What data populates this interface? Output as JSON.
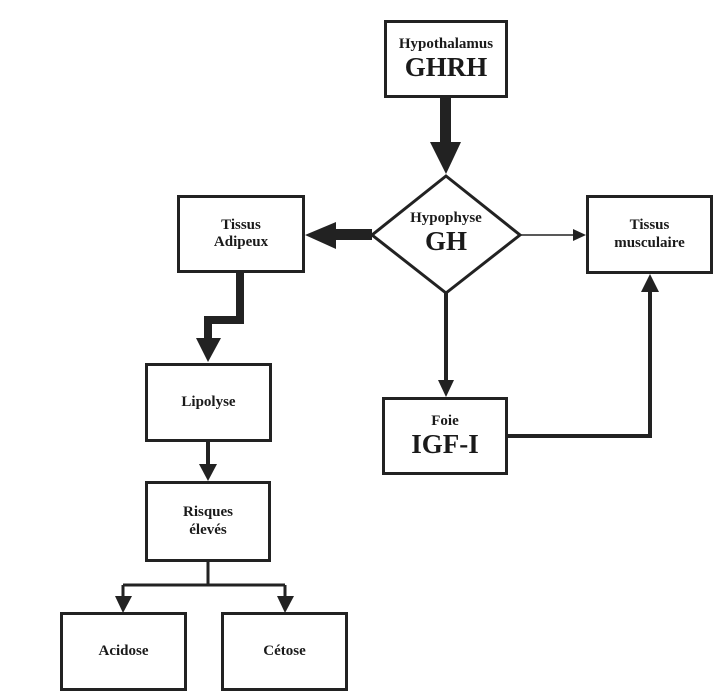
{
  "diagram": {
    "nodes": {
      "hypothalamus": {
        "title": "Hypothalamus",
        "subtitle": "GHRH"
      },
      "hypophyse": {
        "title": "Hypophyse",
        "subtitle": "GH"
      },
      "tissus_adipeux": {
        "line1": "Tissus",
        "line2": "Adipeux"
      },
      "tissus_musculaire": {
        "line1": "Tissus",
        "line2": "musculaire"
      },
      "foie": {
        "title": "Foie",
        "subtitle": "IGF-I"
      },
      "lipolyse": {
        "label": "Lipolyse"
      },
      "risques": {
        "line1": "Risques",
        "line2": "élevés"
      },
      "acidose": {
        "label": "Acidose"
      },
      "cetose": {
        "label": "Cétose"
      }
    },
    "edges": [
      {
        "from": "Hypothalamus",
        "to": "Hypophyse",
        "style": "thick"
      },
      {
        "from": "Hypophyse",
        "to": "Tissus Adipeux",
        "style": "thick"
      },
      {
        "from": "Hypophyse",
        "to": "Tissus musculaire",
        "style": "thin"
      },
      {
        "from": "Hypophyse",
        "to": "Foie",
        "style": "medium"
      },
      {
        "from": "Foie",
        "to": "Tissus musculaire",
        "style": "medium"
      },
      {
        "from": "Tissus Adipeux",
        "to": "Lipolyse",
        "style": "thick"
      },
      {
        "from": "Lipolyse",
        "to": "Risques élevés",
        "style": "medium"
      },
      {
        "from": "Risques élevés",
        "to": "Acidose",
        "style": "medium"
      },
      {
        "from": "Risques élevés",
        "to": "Cétose",
        "style": "medium"
      }
    ],
    "colors": {
      "stroke": "#222222",
      "background": "#ffffff"
    }
  }
}
